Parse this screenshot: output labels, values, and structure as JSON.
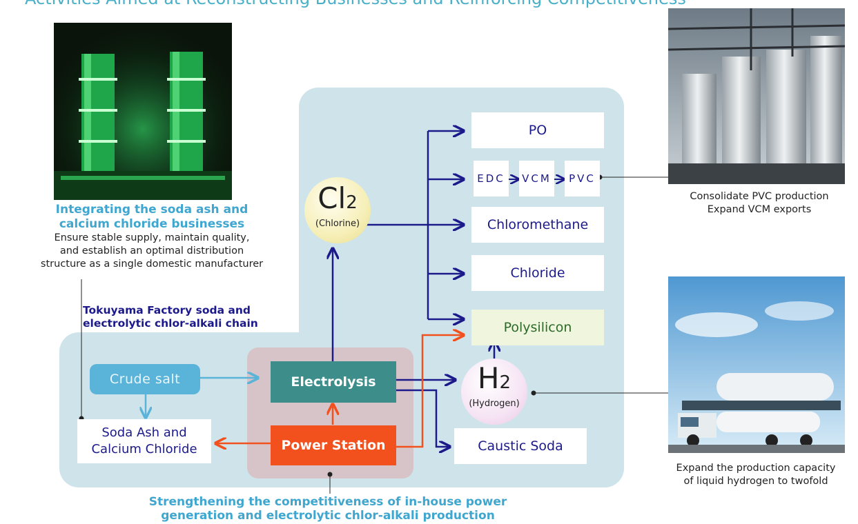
{
  "title": "Activities Aimed at Reconstructing Businesses and Reinforcing Competitiveness",
  "left_caption": {
    "heading": "Integrating the soda ash and calcium chloride businesses",
    "heading_line1": "Integrating the soda ash and",
    "heading_line2": "calcium chloride businesses",
    "body_line1": "Ensure stable supply, maintain quality,",
    "body_line2": "and establish an optimal distribution",
    "body_line3": "structure as a single domestic manufacturer"
  },
  "chain_label_line1": "Tokuyama Factory soda and",
  "chain_label_line2": "electrolytic chlor-alkali chain",
  "nodes": {
    "crude_salt": "Crude salt",
    "soda_ash_line1": "Soda Ash and",
    "soda_ash_line2": "Calcium Chloride",
    "electrolysis": "Electrolysis",
    "power_station": "Power Station",
    "caustic_soda": "Caustic Soda",
    "po": "PO",
    "edc": "EDC",
    "vcm": "VCM",
    "pvc": "PVC",
    "chloromethane": "Chloromethane",
    "chloride": "Chloride",
    "polysilicon": "Polysilicon",
    "cl_symbol": "Cl",
    "cl_sub": "2",
    "cl_name": "(Chlorine)",
    "h_symbol": "H",
    "h_sub": "2",
    "h_name": "(Hydrogen)"
  },
  "right_top_caption_line1": "Consolidate PVC production",
  "right_top_caption_line2": "Expand VCM exports",
  "right_bottom_caption_line1": "Expand the production capacity",
  "right_bottom_caption_line2": "of liquid hydrogen to twofold",
  "bottom_caption_line1": "Strengthening the competitiveness of in-house power",
  "bottom_caption_line2": "generation and electrolytic chlor-alkali production",
  "colors": {
    "panel": "#cfe4ea",
    "navy": "#1c1a8a",
    "teal": "#3d8e8a",
    "orange": "#f2501d",
    "light_blue": "#5ab3d8",
    "heading_blue": "#3fa6cf"
  }
}
